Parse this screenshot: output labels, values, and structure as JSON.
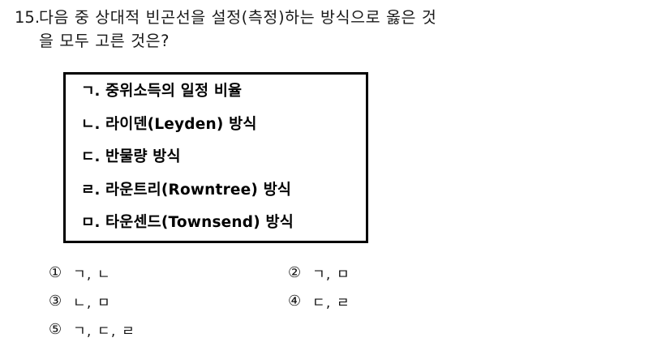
{
  "question": {
    "number": "15.",
    "line1": "다음 중 상대적 빈곤선을 설정(측정)하는 방식으로 옳은 것",
    "line2": "을 모두 고른 것은?"
  },
  "statement_box": {
    "items": [
      {
        "marker": "ㄱ.",
        "text": "중위소득의 일정 비율"
      },
      {
        "marker": "ㄴ.",
        "text": "라이덴(Leyden) 방식"
      },
      {
        "marker": "ㄷ.",
        "text": "반물량 방식"
      },
      {
        "marker": "ㄹ.",
        "text": "라운트리(Rowntree) 방식"
      },
      {
        "marker": "ㅁ.",
        "text": "타운센드(Townsend) 방식"
      }
    ]
  },
  "choices": [
    {
      "number": "①",
      "text": "ㄱ, ㄴ"
    },
    {
      "number": "②",
      "text": "ㄱ, ㅁ"
    },
    {
      "number": "③",
      "text": "ㄴ, ㅁ"
    },
    {
      "number": "④",
      "text": "ㄷ, ㄹ"
    },
    {
      "number": "⑤",
      "text": "ㄱ, ㄷ, ㄹ"
    }
  ]
}
